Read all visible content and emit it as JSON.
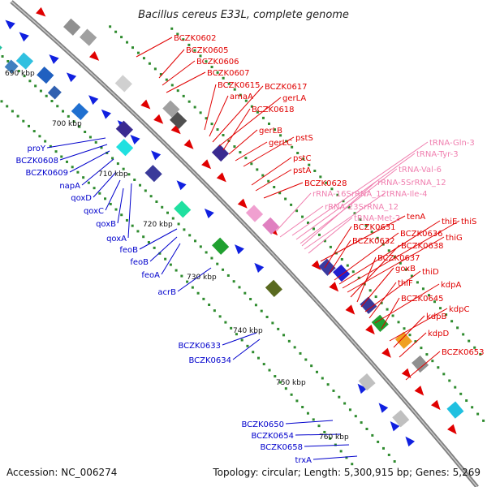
{
  "title": "Bacillus cereus E33L, complete genome",
  "footer": {
    "accession": "Accession: NC_006274",
    "topology": "Topology: circular; Length: 5,300,915 bp; Genes: 5,269"
  },
  "colors": {
    "backbone": "#8a8a8a",
    "forward_label": "#e00000",
    "reverse_label": "#0000cc",
    "rna_label": "#f080b0",
    "tick": "#2e8b2e"
  },
  "kbp_ticks": [
    "690 kbp",
    "700 kbp",
    "710 kbp",
    "720 kbp",
    "730 kbp",
    "740 kbp",
    "750 kbp",
    "760 kbp"
  ],
  "labels": {
    "forward": [
      "BCZK0602",
      "BCZK0605",
      "BCZK0606",
      "BCZK0607",
      "BCZK0615",
      "amaA",
      "BCZK0617",
      "gerLA",
      "BCZK0618",
      "gerLB",
      "gerLC",
      "pstS",
      "pstC",
      "pstA",
      "BCZK0628",
      "tenA",
      "BCZK0631",
      "BCZK0632",
      "BCZK0636",
      "thiE",
      "thiS",
      "thiG",
      "BCZK0638",
      "BCZK0637",
      "goxB",
      "thiD",
      "thiF",
      "kdpA",
      "BCZK0645",
      "kdpC",
      "kdpB",
      "kdpD",
      "BCZK0653"
    ],
    "reverse": [
      "proY",
      "BCZK0608",
      "BCZK0609",
      "napA",
      "qoxD",
      "qoxC",
      "qoxB",
      "qoxA",
      "feoB",
      "feoB",
      "feoA",
      "acrB",
      "BCZK0633",
      "BCZK0634",
      "BCZK0650",
      "BCZK0654",
      "BCZK0658",
      "trxA"
    ],
    "rna": [
      "tRNA-Gln-3",
      "tRNA-Tyr-3",
      "tRNA-Val-6",
      "rRNA-5SrRNA_12",
      "rRNA-16SrRNA_12",
      "tRNA-Ile-4",
      "rRNA-23SrRNA_12",
      "tRNA-Met-2"
    ]
  }
}
